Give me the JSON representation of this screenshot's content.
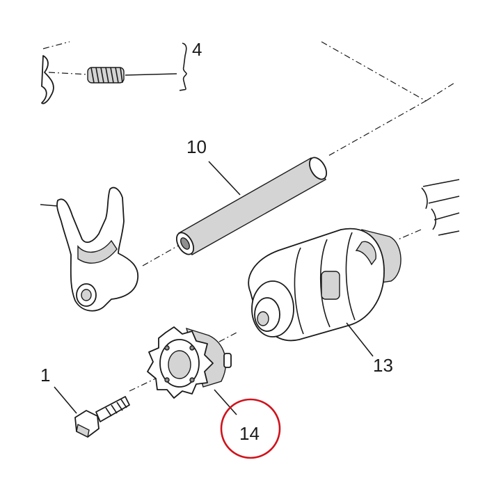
{
  "diagram": {
    "callouts": [
      {
        "id": "4",
        "label": "4"
      },
      {
        "id": "10",
        "label": "10"
      },
      {
        "id": "1",
        "label": "1"
      },
      {
        "id": "13",
        "label": "13"
      },
      {
        "id": "14",
        "label": "14"
      }
    ],
    "highlight": {
      "target": "14",
      "color": "#d0121b"
    },
    "icons": [
      "spring-icon",
      "shift-fork-icon",
      "shaft-icon",
      "shift-drum-icon",
      "star-cam-icon",
      "bolt-icon"
    ]
  }
}
